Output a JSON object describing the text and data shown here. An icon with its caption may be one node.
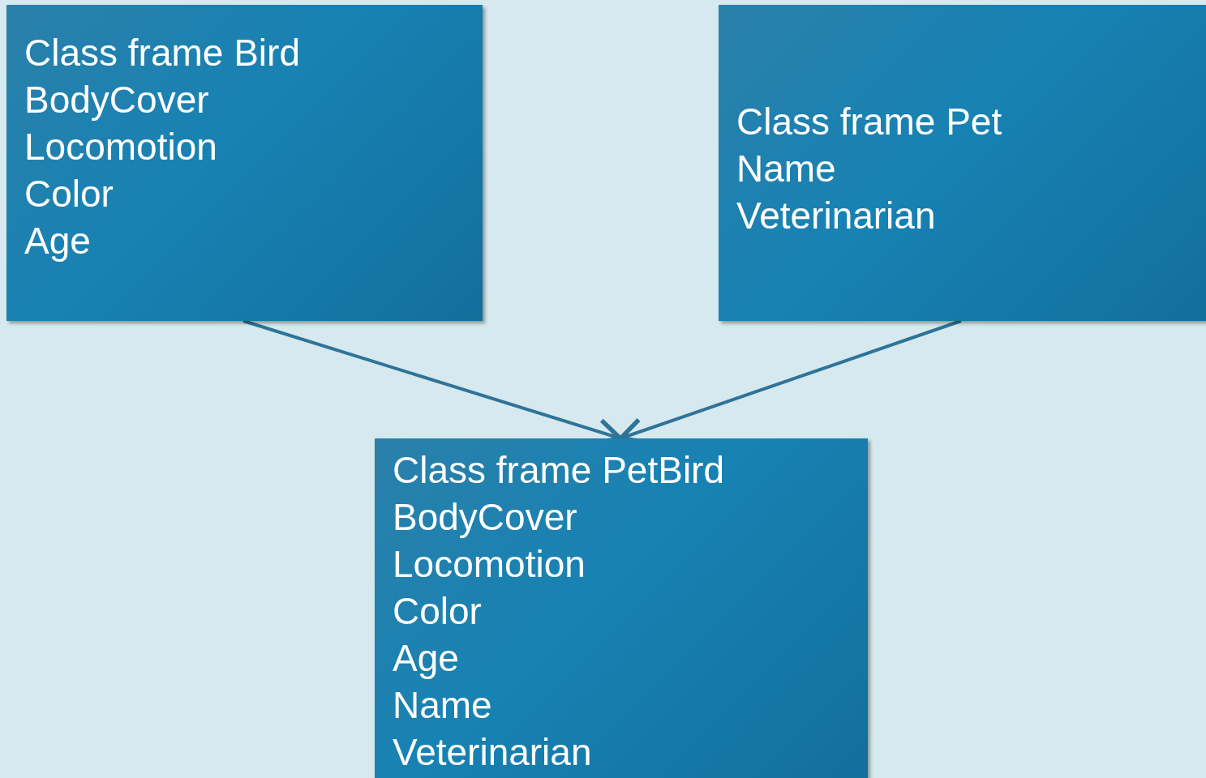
{
  "diagram": {
    "nodes": [
      {
        "text": [
          "Class frame Bird",
          "BodyCover",
          "Locomotion",
          "Color",
          "Age"
        ]
      },
      {
        "text": [
          "Class frame Pet",
          "Name",
          "Veterinarian"
        ]
      },
      {
        "text": [
          "Class frame PetBird",
          "BodyCover",
          "Locomotion",
          "Color",
          "Age",
          "Name",
          "Veterinarian"
        ]
      }
    ],
    "edges": [
      {
        "from": 0,
        "to": 2,
        "arrow": "to"
      },
      {
        "from": 1,
        "to": 2,
        "arrow": "to"
      }
    ]
  }
}
